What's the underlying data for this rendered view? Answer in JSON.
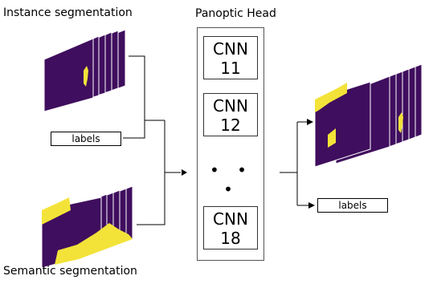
{
  "diagram": {
    "instance_title": "Instance segmentation",
    "semantic_title": "Semantic segmentation",
    "head_title": "Panoptic Head",
    "labels_input": "labels",
    "labels_output": "labels",
    "cnn_blocks": [
      {
        "label": "CNN",
        "index": "11"
      },
      {
        "label": "CNN",
        "index": "12"
      },
      {
        "label": "CNN",
        "index": "18"
      }
    ],
    "ellipsis": "• • •"
  },
  "colors": {
    "mask_background": "#3f0e5e",
    "mask_foreground": "#f3e339",
    "line": "#000000"
  }
}
